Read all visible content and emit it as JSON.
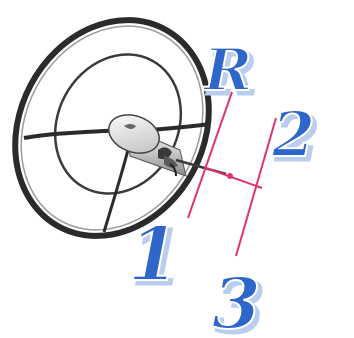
{
  "diagram": {
    "gear_labels": {
      "reverse": "R",
      "first": "1",
      "second": "2",
      "third": "3"
    },
    "colors": {
      "gear_fill": "#2f66c9",
      "gear_stroke": "#ffffff",
      "gear_shadow": "#b9cdf0",
      "shift_pattern": "#e0356a",
      "wheel_rim": "#2b2b2b",
      "column": "#d9d9d9",
      "background": "#ffffff"
    },
    "icons": [
      "steering-wheel-icon",
      "shift-pattern-lines"
    ]
  }
}
